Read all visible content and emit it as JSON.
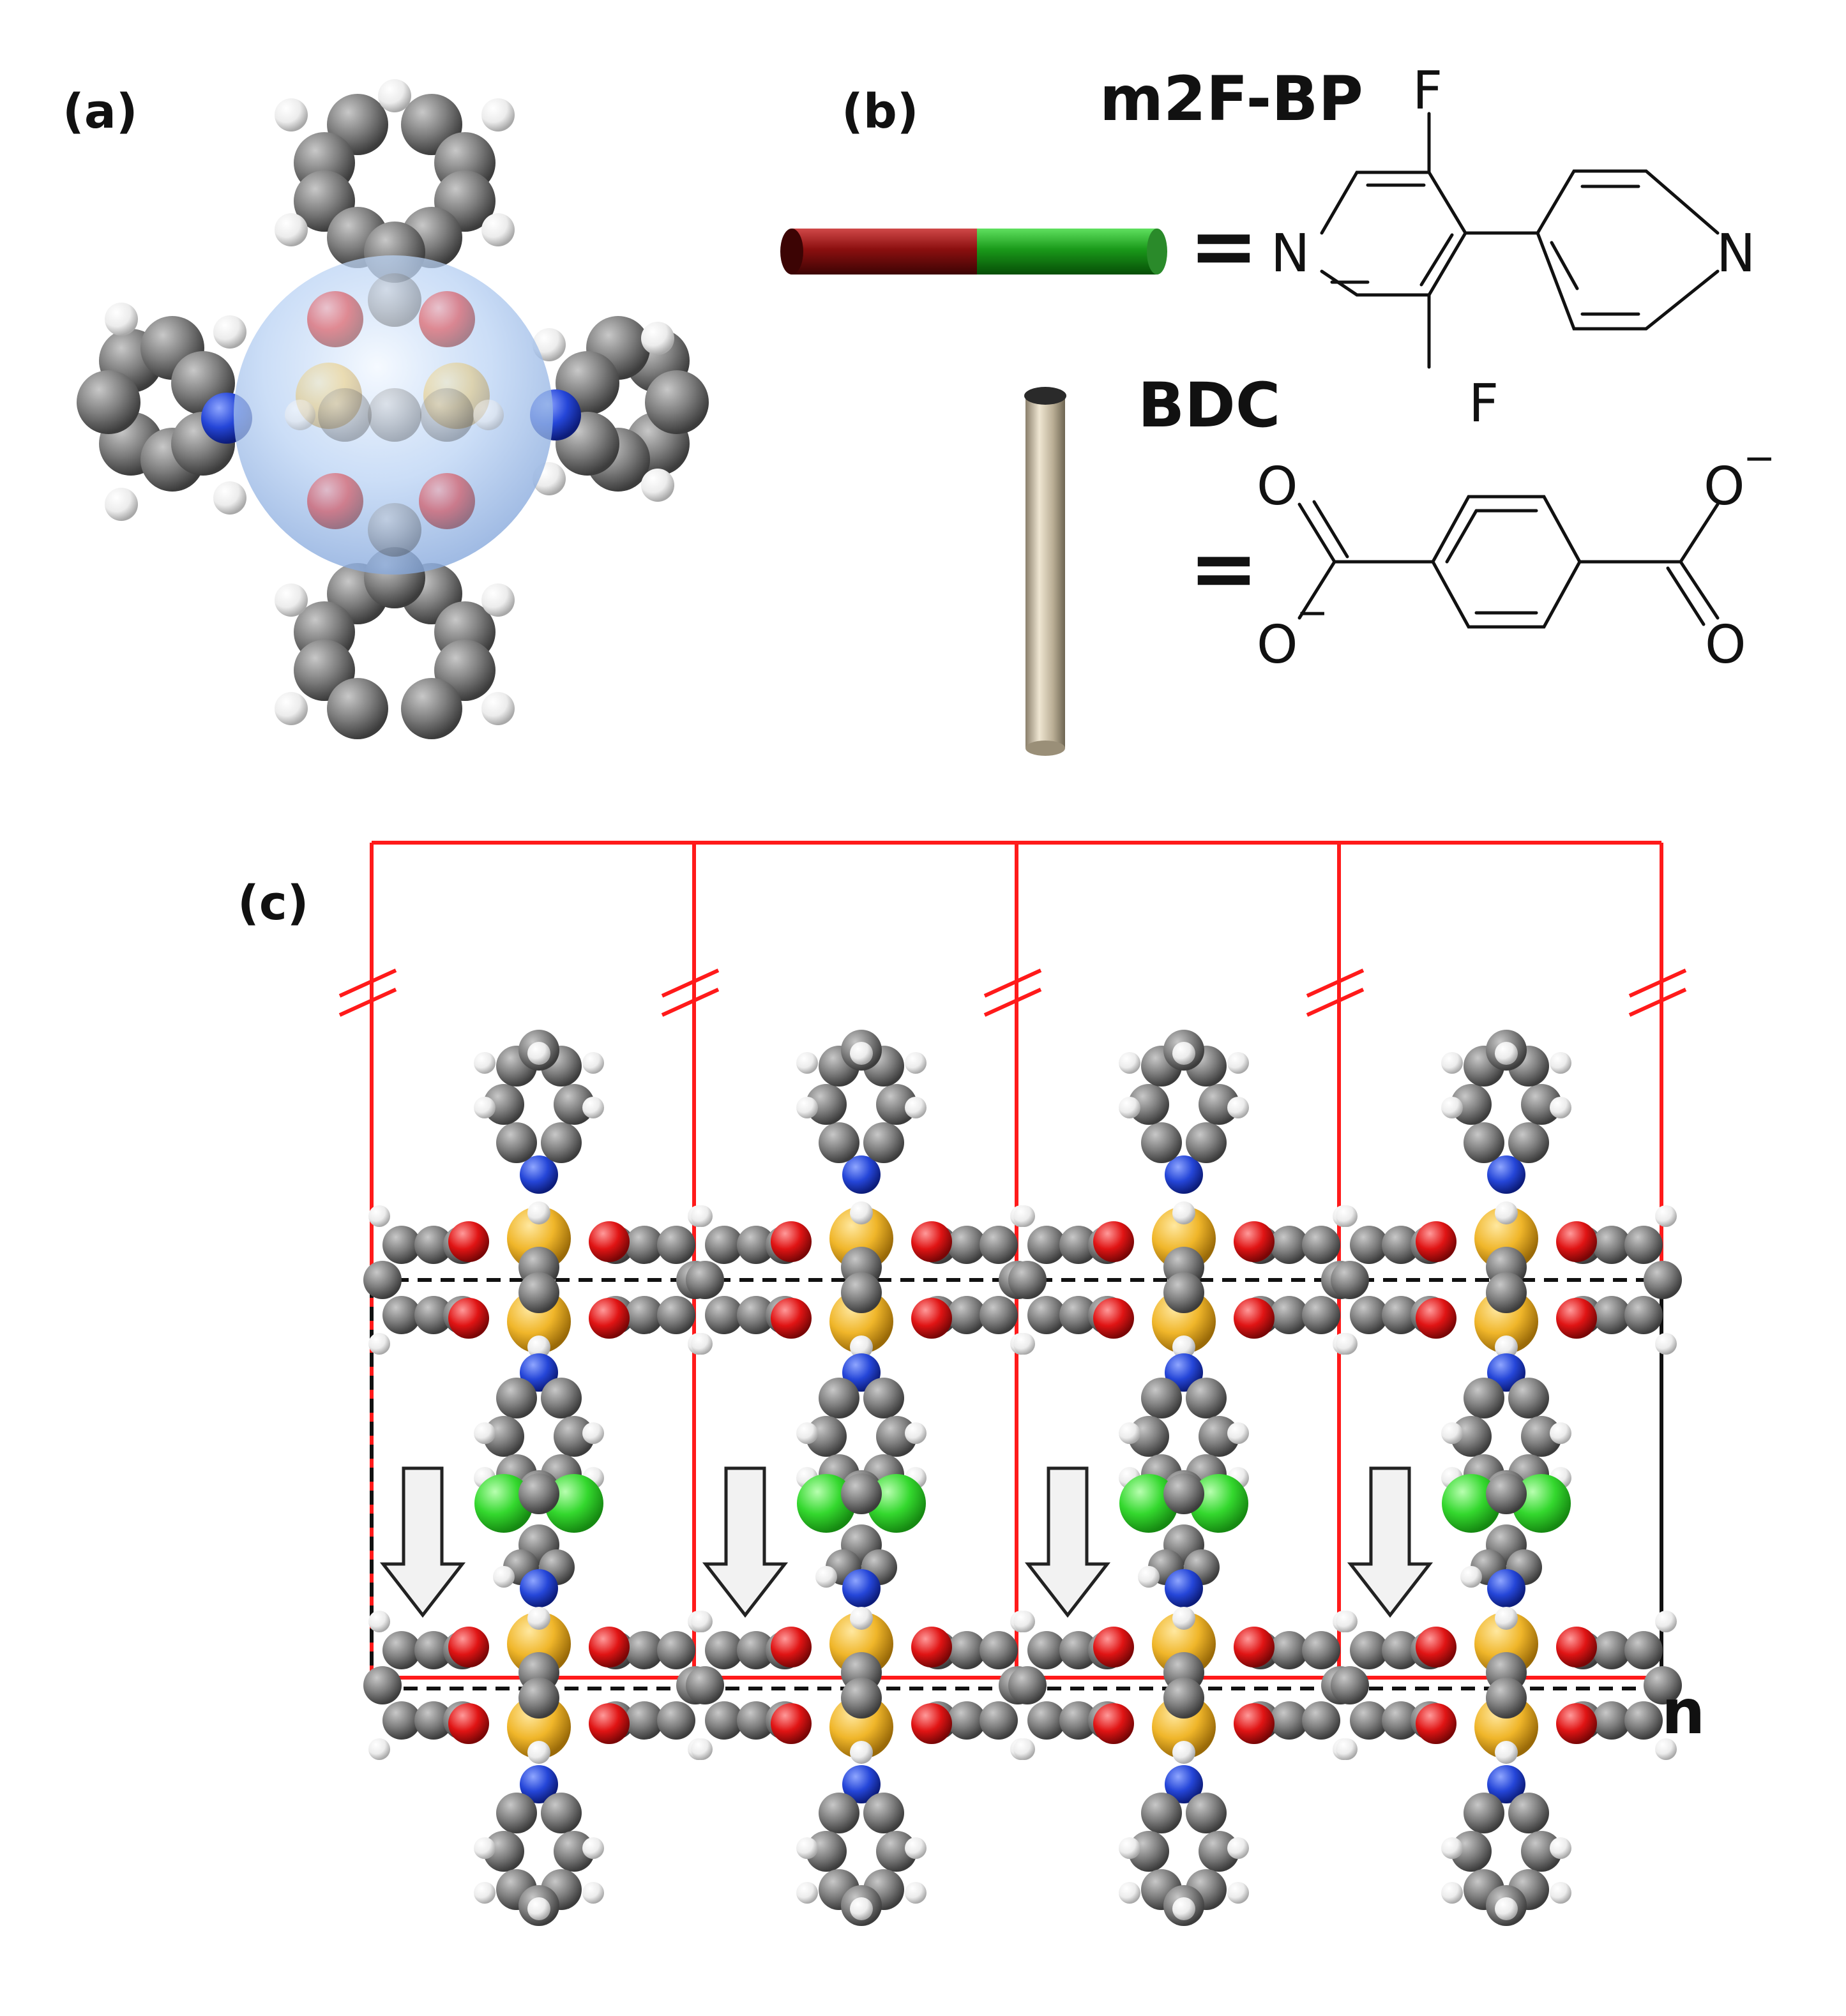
{
  "panel_labels": {
    "a": "(a)",
    "b": "(b)",
    "c": "(c)"
  },
  "ligands": {
    "bipyridine": {
      "name": "m2F-BP",
      "equals": "=",
      "atoms": {
        "n_left": "N",
        "n_right": "N",
        "f_top": "F",
        "f_bottom": "F"
      }
    },
    "dicarboxylate": {
      "name": "BDC",
      "equals": "=",
      "atoms": {
        "o_tl": "O",
        "o_bl": "O",
        "o_tr": "O",
        "o_br": "O",
        "minus_tr": "−",
        "minus_bl": "−"
      }
    }
  },
  "panel_c": {
    "repeat_label": "n",
    "cell_count": 4
  },
  "colors": {
    "carbon": "#808080",
    "hydrogen": "#f2f2f2",
    "nitrogen": "#1f3fd6",
    "oxygen": "#e01010",
    "fluorine": "#2bd62b",
    "metal": "#f0b62a",
    "cell_border": "#ff1a1a",
    "linker_red": "#8b0f0f",
    "linker_green": "#1a9a1a",
    "pillar": "#b9ad94"
  }
}
